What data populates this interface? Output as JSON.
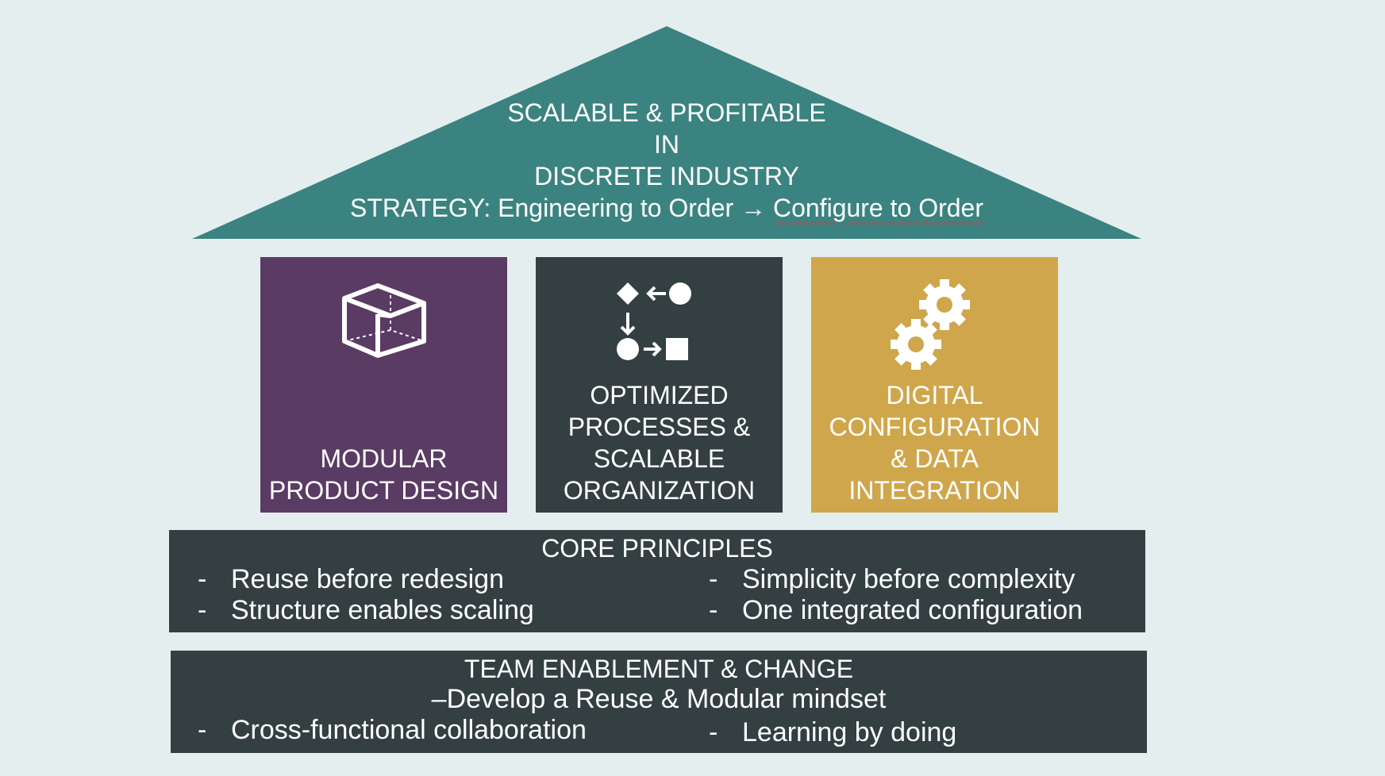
{
  "roof": {
    "line1": "SCALABLE & PROFITABLE",
    "line2": "IN",
    "line3": "DISCRETE INDUSTRY",
    "strategy_prefix": "STRATEGY: ",
    "strategy_from": "Engineering to Order",
    "arrow": "→",
    "strategy_to": "Configure to Order",
    "color": "#3b8380"
  },
  "pillars": [
    {
      "label": "MODULAR\nPRODUCT DESIGN",
      "icon": "cube-icon",
      "color": "#5a3b64"
    },
    {
      "label": "OPTIMIZED\nPROCESSES &\nSCALABLE\nORGANIZATION",
      "icon": "process-flow-icon",
      "color": "#333f41"
    },
    {
      "label": "DIGITAL\nCONFIGURATION\n& DATA\nINTEGRATION",
      "icon": "gears-icon",
      "color": "#cfa64b"
    }
  ],
  "core": {
    "title": "CORE PRINCIPLES",
    "items": [
      "Reuse before redesign",
      "Structure enables scaling",
      "Simplicity before complexity",
      "One integrated configuration"
    ]
  },
  "team": {
    "title": "TEAM ENABLEMENT & CHANGE",
    "subtitle": "–Develop a Reuse & Modular mindset",
    "items": [
      "Cross-functional collaboration",
      "Learning by doing"
    ]
  },
  "dash": "-",
  "band_color": "#333f41",
  "background": "#e4eeef"
}
